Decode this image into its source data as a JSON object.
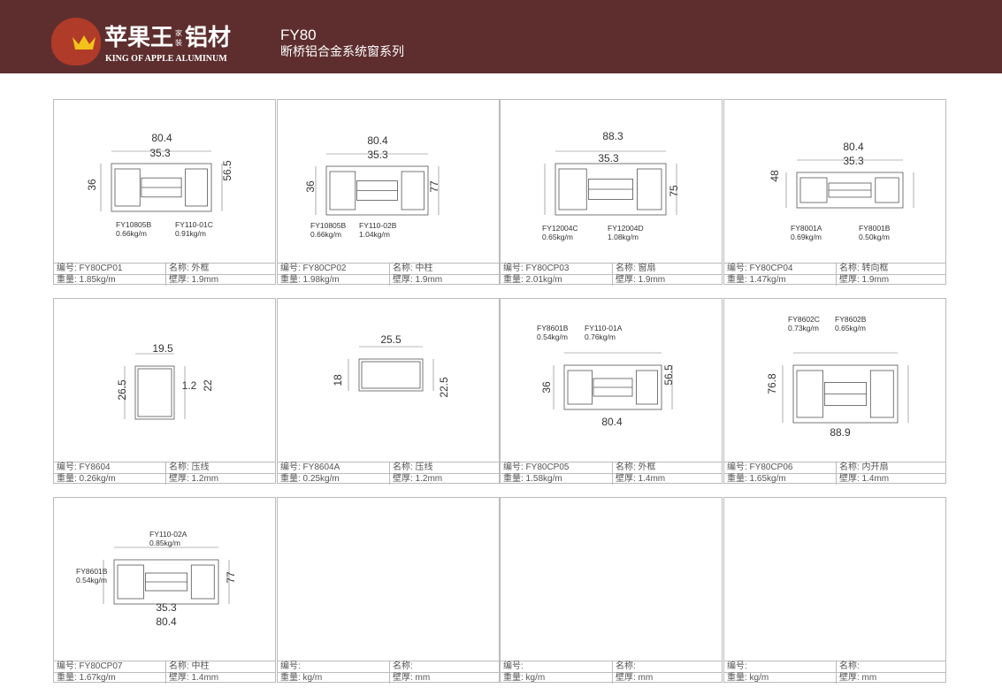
{
  "header": {
    "brand_cn": "苹果王",
    "brand_small": "家装",
    "brand_cn2": "铝材",
    "brand_en": "KING OF APPLE ALUMINUM",
    "series": "FY80",
    "series_sub": "断桥铝合金系统窗系列"
  },
  "labels": {
    "code": "编号: ",
    "name": "名称: ",
    "weight": "重量: ",
    "thickness": "壁厚: "
  },
  "cells": [
    {
      "code": "FY80CP01",
      "name": "外框",
      "weight": "1.85kg/m",
      "thickness": "1.9mm",
      "dims": [
        "80.4",
        "35.3",
        "36",
        "56.5"
      ],
      "parts": [
        {
          "code": "FY10805B",
          "weight": "0.66kg/m"
        },
        {
          "code": "FY110-01C",
          "weight": "0.91kg/m"
        }
      ]
    },
    {
      "code": "FY80CP02",
      "name": "中柱",
      "weight": "1.98kg/m",
      "thickness": "1.9mm",
      "dims": [
        "80.4",
        "35.3",
        "36",
        "77"
      ],
      "parts": [
        {
          "code": "FY10805B",
          "weight": "0.66kg/m"
        },
        {
          "code": "FY110-02B",
          "weight": "1.04kg/m"
        }
      ]
    },
    {
      "code": "FY80CP03",
      "name": "窗扇",
      "weight": "2.01kg/m",
      "thickness": "1.9mm",
      "dims": [
        "88.3",
        "35.3",
        "75"
      ],
      "parts": [
        {
          "code": "FY12004C",
          "weight": "0.65kg/m"
        },
        {
          "code": "FY12004D",
          "weight": "1.08kg/m"
        }
      ]
    },
    {
      "code": "FY80CP04",
      "name": "转向框",
      "weight": "1.47kg/m",
      "thickness": "1.9mm",
      "dims": [
        "80.4",
        "35.3",
        "48"
      ],
      "parts": [
        {
          "code": "FY8001A",
          "weight": "0.69kg/m"
        },
        {
          "code": "FY8001B",
          "weight": "0.50kg/m"
        }
      ]
    },
    {
      "code": "FY8604",
      "name": "压线",
      "weight": "0.26kg/m",
      "thickness": "1.2mm",
      "dims": [
        "19.5",
        "26.5",
        "1.2",
        "22"
      ],
      "parts": []
    },
    {
      "code": "FY8604A",
      "name": "压线",
      "weight": "0.25kg/m",
      "thickness": "1.2mm",
      "dims": [
        "25.5",
        "18",
        "22.5"
      ],
      "parts": []
    },
    {
      "code": "FY80CP05",
      "name": "外框",
      "weight": "1.58kg/m",
      "thickness": "1.4mm",
      "dims": [
        "36",
        "56.5",
        "80.4"
      ],
      "parts": [
        {
          "code": "FY8601B",
          "weight": "0.54kg/m"
        },
        {
          "code": "FY110-01A",
          "weight": "0.76kg/m"
        }
      ]
    },
    {
      "code": "FY80CP06",
      "name": "内开扇",
      "weight": "1.65kg/m",
      "thickness": "1.4mm",
      "dims": [
        "76.8",
        "88.9"
      ],
      "parts": [
        {
          "code": "FY8602C",
          "weight": "0.73kg/m"
        },
        {
          "code": "FY8602B",
          "weight": "0.65kg/m"
        }
      ]
    },
    {
      "code": "FY80CP07",
      "name": "中柱",
      "weight": "1.67kg/m",
      "thickness": "1.4mm",
      "dims": [
        "77",
        "35.3",
        "80.4"
      ],
      "parts": [
        {
          "code": "FY110-02A",
          "weight": "0.85kg/m"
        },
        {
          "code": "FY8601B",
          "weight": "0.54kg/m"
        }
      ]
    },
    {
      "code": "",
      "name": "",
      "weight": "kg/m",
      "thickness": "mm",
      "dims": [],
      "parts": []
    },
    {
      "code": "",
      "name": "",
      "weight": "kg/m",
      "thickness": "mm",
      "dims": [],
      "parts": []
    },
    {
      "code": "",
      "name": "",
      "weight": "kg/m",
      "thickness": "mm",
      "dims": [],
      "parts": []
    }
  ]
}
